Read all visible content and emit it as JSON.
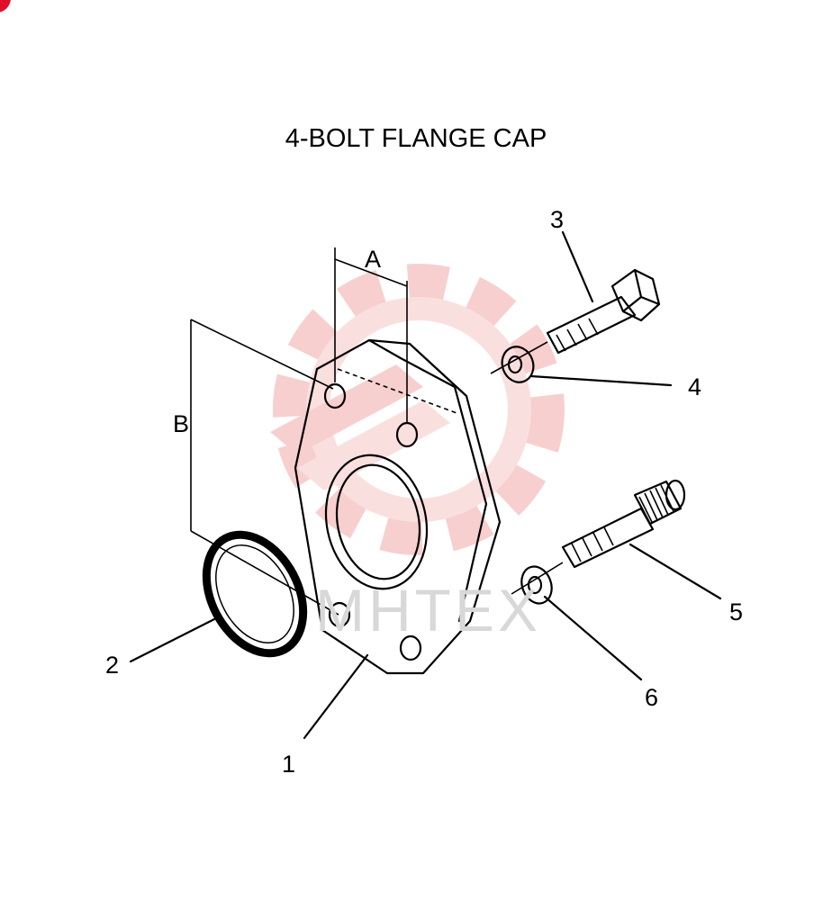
{
  "title": "4-BOLT FLANGE CAP",
  "watermark": "MHTEX",
  "dimension_labels": {
    "a": "A",
    "b": "B"
  },
  "callouts": {
    "flange": "1",
    "o_ring": "2",
    "hex_bolt": "3",
    "lock_washer_upper": "4",
    "socket_bolt": "5",
    "lock_washer_lower": "6"
  },
  "colors": {
    "line": "#000000",
    "watermark_logo": "#f3b8b8",
    "corner_mark": "#e0102a"
  }
}
